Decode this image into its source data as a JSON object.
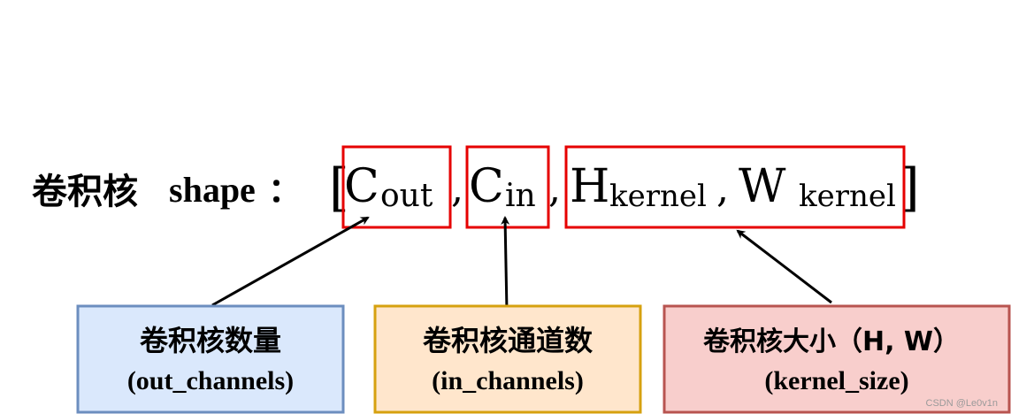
{
  "heading": {
    "prefix": "卷积核",
    "word": "shape",
    "colon": "："
  },
  "formula": {
    "open_bracket": "[",
    "close_bracket": "]",
    "comma": ",",
    "terms": [
      {
        "base": "C",
        "sub": "out"
      },
      {
        "base": "C",
        "sub": "in"
      },
      {
        "base": "H",
        "sub": "kernel"
      },
      {
        "base": "W",
        "sub": "kernel"
      }
    ]
  },
  "boxes": [
    {
      "title": "卷积核数量",
      "subtitle": "(out_channels)",
      "fill": "#dae8fc",
      "stroke": "#6c8ebf"
    },
    {
      "title": "卷积核通道数",
      "subtitle": "(in_channels)",
      "fill": "#ffe6cc",
      "stroke": "#d6a10f"
    },
    {
      "title": "卷积核大小（H, W）",
      "subtitle": "(kernel_size)",
      "fill": "#f8cecc",
      "stroke": "#b85450"
    }
  ],
  "highlight_color": "#e60000",
  "watermark": "CSDN @Le0v1n"
}
